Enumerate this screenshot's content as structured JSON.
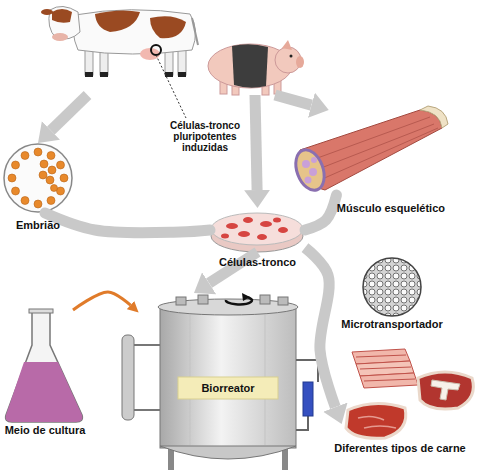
{
  "diagram": {
    "nodes": [
      {
        "text": [
          "Células-tronco pluripotentes induzidas"
        ]
      },
      {
        "text": [
          "Embrião"
        ]
      },
      {
        "text": [
          "Músculo esquelético"
        ]
      },
      {
        "text": [
          "Células-tronco"
        ]
      },
      {
        "text": [
          "Microtransportador"
        ]
      },
      {
        "text": [
          "Meio de cultura"
        ]
      },
      {
        "text": [
          "Biorreator"
        ]
      },
      {
        "text": [
          "Diferentes tipos de carne"
        ]
      }
    ],
    "edges": [
      {
        "from": 0,
        "to": 1,
        "arrow": "to"
      },
      {
        "from": 0,
        "to": 2,
        "arrow": "to"
      },
      {
        "from": 0,
        "to": 3,
        "arrow": "to"
      },
      {
        "from": 1,
        "to": 3,
        "arrow": "none"
      },
      {
        "from": 2,
        "to": 3,
        "arrow": "none"
      },
      {
        "from": 3,
        "to": 6,
        "arrow": "to"
      },
      {
        "from": 5,
        "to": 6,
        "arrow": "to"
      },
      {
        "from": 3,
        "to": 7,
        "arrow": "to"
      }
    ]
  }
}
